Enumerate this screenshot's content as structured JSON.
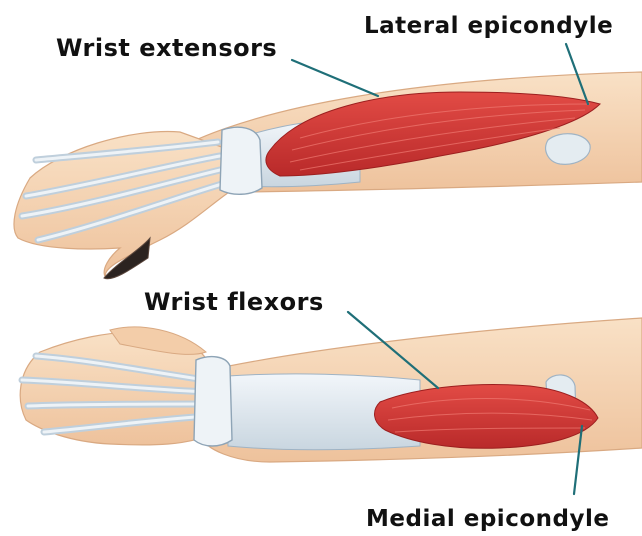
{
  "labels": {
    "wrist_extensors": "Wrist extensors",
    "lateral_epicondyle": "Lateral epicondyle",
    "wrist_flexors": "Wrist flexors",
    "medial_epicondyle": "Medial epicondyle"
  },
  "colors": {
    "skin": "#f6d7b8",
    "skin_shadow": "#e9bf98",
    "muscle": "#d93a3a",
    "muscle_dark": "#b82626",
    "tendon": "#e3ecf3",
    "tendon_outline": "#9fb3c4",
    "leader_line": "#1f6f78",
    "bone": "#dfe8ee"
  }
}
